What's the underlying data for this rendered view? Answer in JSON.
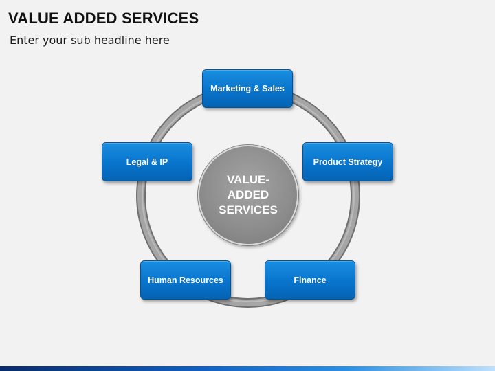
{
  "slide": {
    "title": "VALUE ADDED SERVICES",
    "subtitle": "Enter your sub headline here"
  },
  "diagram": {
    "center": {
      "lines": [
        "VALUE-",
        "ADDED",
        "SERVICES"
      ]
    },
    "nodes": [
      {
        "id": "marketing",
        "label": "Marketing & Sales"
      },
      {
        "id": "product",
        "label": "Product Strategy"
      },
      {
        "id": "finance",
        "label": "Finance"
      },
      {
        "id": "hr",
        "label": "Human Resources"
      },
      {
        "id": "legal",
        "label": "Legal & IP"
      }
    ]
  },
  "colors": {
    "node_fill": "#0874cc",
    "node_border": "#0a4f8f",
    "ring": "#8e8e8e",
    "hub_fill": "#8c8c8c",
    "background": "#f2f2f2"
  }
}
